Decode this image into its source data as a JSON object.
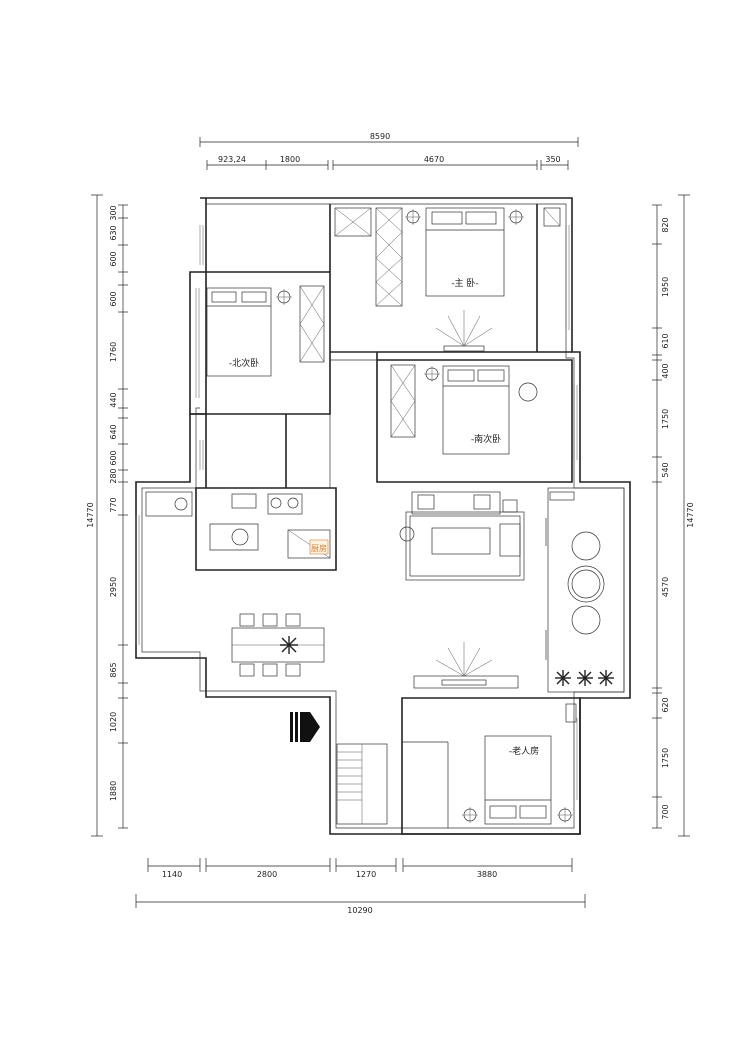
{
  "dimensions": {
    "top_total": "8590",
    "top_segments": [
      "923,24",
      "1800",
      "4670",
      "350"
    ],
    "bottom_total": "10290",
    "bottom_segments": [
      "1140",
      "2800",
      "1270",
      "3880"
    ],
    "left_total": "14770",
    "left_segments": [
      "300",
      "630",
      "600",
      "600",
      "1760",
      "440",
      "640",
      "600",
      "280",
      "770",
      "2950",
      "865",
      "1020",
      "1880"
    ],
    "right_total": "14770",
    "right_segments": [
      "820",
      "1950",
      "610",
      "400",
      "1750",
      "540",
      "4570",
      "620",
      "1750",
      "700"
    ]
  },
  "rooms": {
    "master_bedroom": "-主 卧-",
    "north_bedroom": "-北次卧",
    "south_bedroom": "-南次卧",
    "elder_room": "-老人房",
    "kitchen": "厨房"
  },
  "colors": {
    "line": "#222222",
    "kitchen_label": "#e07b2a"
  },
  "icons": {
    "entrance": "entrance-arrow-icon",
    "stairs": "staircase-icon"
  }
}
